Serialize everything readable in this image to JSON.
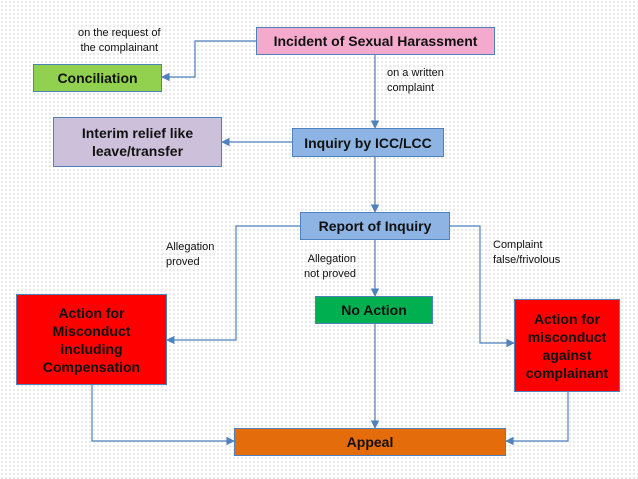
{
  "boxes": {
    "incident": "Incident of Sexual Harassment",
    "conciliation": "Conciliation",
    "inquiry": "Inquiry by ICC/LCC",
    "interim_line1": "Interim relief like",
    "interim_line2": "leave/transfer",
    "report": "Report of Inquiry",
    "no_action": "No Action",
    "misconduct_line1": "Action for",
    "misconduct_line2": "Misconduct",
    "misconduct_line3": "including",
    "misconduct_line4": "Compensation",
    "against_line1": "Action for",
    "against_line2": "misconduct",
    "against_line3": "against",
    "against_line4": "complainant",
    "appeal": "Appeal"
  },
  "labels": {
    "request_line1": "on the request of",
    "request_line2": "the complainant",
    "written_line1": "on a written",
    "written_line2": "complaint",
    "proved_line1": "Allegation",
    "proved_line2": "proved",
    "not_proved_line1": "Allegation",
    "not_proved_line2": "not proved",
    "false_line1": "Complaint",
    "false_line2": "false/frivolous"
  },
  "colors": {
    "pink": "#f4aacd",
    "green_light": "#92d050",
    "lavender": "#ccc0da",
    "blue": "#8db4e2",
    "green": "#00b050",
    "red": "#ff0000",
    "orange": "#e46c0a",
    "line": "#4f81bd"
  }
}
